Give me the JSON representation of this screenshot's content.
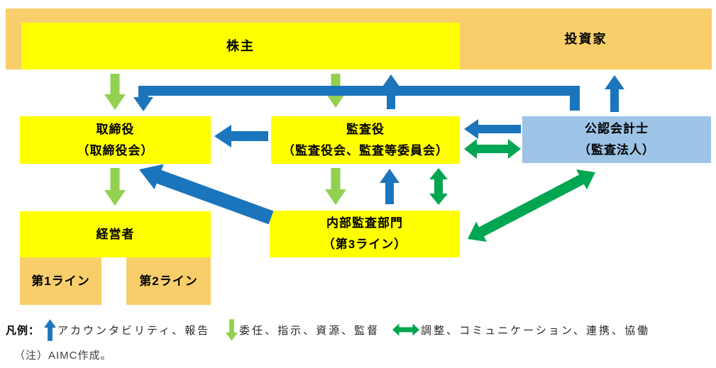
{
  "colors": {
    "yellow": "#FFFF00",
    "orange": "#F8CE6B",
    "light_blue": "#9DC3E6",
    "blue": "#1B75BC",
    "light_green": "#92D050",
    "green": "#00A651",
    "text": "#000000",
    "note_text": "#404040"
  },
  "nodes": {
    "shareholders": {
      "label": "株主"
    },
    "investors": {
      "label": "投資家"
    },
    "directors": {
      "line1": "取締役",
      "line2": "（取締役会）"
    },
    "auditors": {
      "line1": "監査役",
      "line2": "（監査役会、監査等委員会）"
    },
    "cpa": {
      "line1": "公認会計士",
      "line2": "（監査法人）"
    },
    "management": {
      "label": "経営者"
    },
    "internal_audit": {
      "line1": "内部監査部門",
      "line2": "（第3ライン）"
    },
    "first_line": {
      "label": "第1ライン"
    },
    "second_line": {
      "label": "第2ライン"
    }
  },
  "legend": {
    "title": "凡例：",
    "items": [
      {
        "icon": "blue-up-arrow-icon",
        "label": "アカウンタビリティ、報告"
      },
      {
        "icon": "green-down-arrow-icon",
        "label": "委任、指示、資源、監督"
      },
      {
        "icon": "green-double-arrow-icon",
        "label": "調整、コミュニケーション、連携、協働"
      }
    ]
  },
  "note": "（注）AIMC作成。"
}
